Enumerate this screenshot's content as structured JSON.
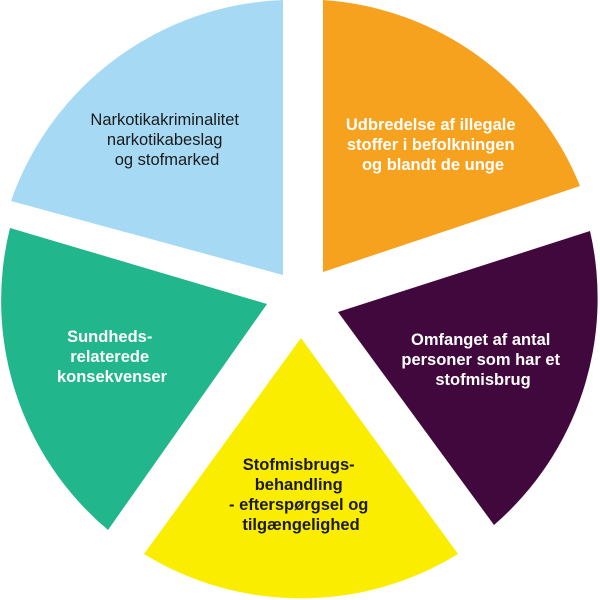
{
  "segments": [
    {
      "id": "drug-crime",
      "color": "#a6daf4",
      "text_color": "#1a1a1a",
      "lines": [
        "Narkotikakriminalitet",
        "narkotikabeslag",
        "og stofmarked"
      ]
    },
    {
      "id": "illegal-drug-prevalence",
      "color": "#f7a21e",
      "text_color": "#ffffff",
      "lines": [
        "Udbredelse af illegale",
        "stoffer i befolkningen",
        "og blandt de unge"
      ]
    },
    {
      "id": "drug-abuse-extent",
      "color": "#41083e",
      "text_color": "#ffffff",
      "lines": [
        "Omfanget af antal",
        "personer som har et",
        "stofmisbrug"
      ]
    },
    {
      "id": "drug-abuse-treatment",
      "color": "#fbed00",
      "text_color": "#1a1a1a",
      "lines": [
        "Stofmisbrugs-",
        "behandling",
        "- efterspørgsel og",
        "tilgængelighed"
      ]
    },
    {
      "id": "health-consequences",
      "color": "#21b68b",
      "text_color": "#ffffff",
      "lines": [
        "Sundheds-",
        "relaterede",
        "konsekvenser"
      ]
    }
  ]
}
